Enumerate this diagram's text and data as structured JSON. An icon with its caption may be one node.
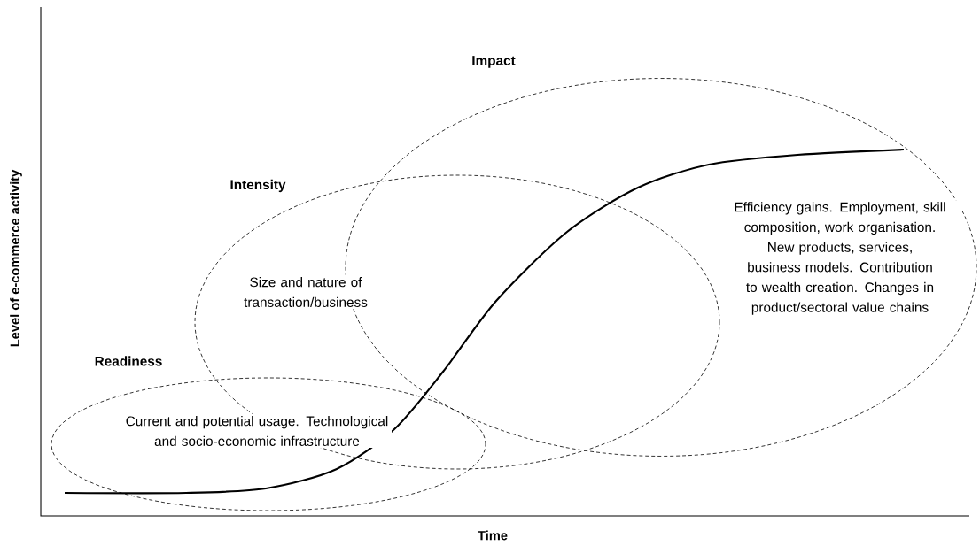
{
  "diagram": {
    "nodes": [
      {
        "text": [
          "Readiness",
          "Current and potential usage. Technological and socio-economic infrastructure"
        ]
      },
      {
        "text": [
          "Intensity",
          "Size and nature of transaction/business"
        ]
      },
      {
        "text": [
          "Impact",
          "Efficiency gains. Employment, skill composition, work organisation. New products, services, business models. Contribution to wealth creation. Changes in product/sectoral value chains"
        ]
      }
    ],
    "labels": [
      "Level of e-commerce activity",
      "Time"
    ]
  }
}
